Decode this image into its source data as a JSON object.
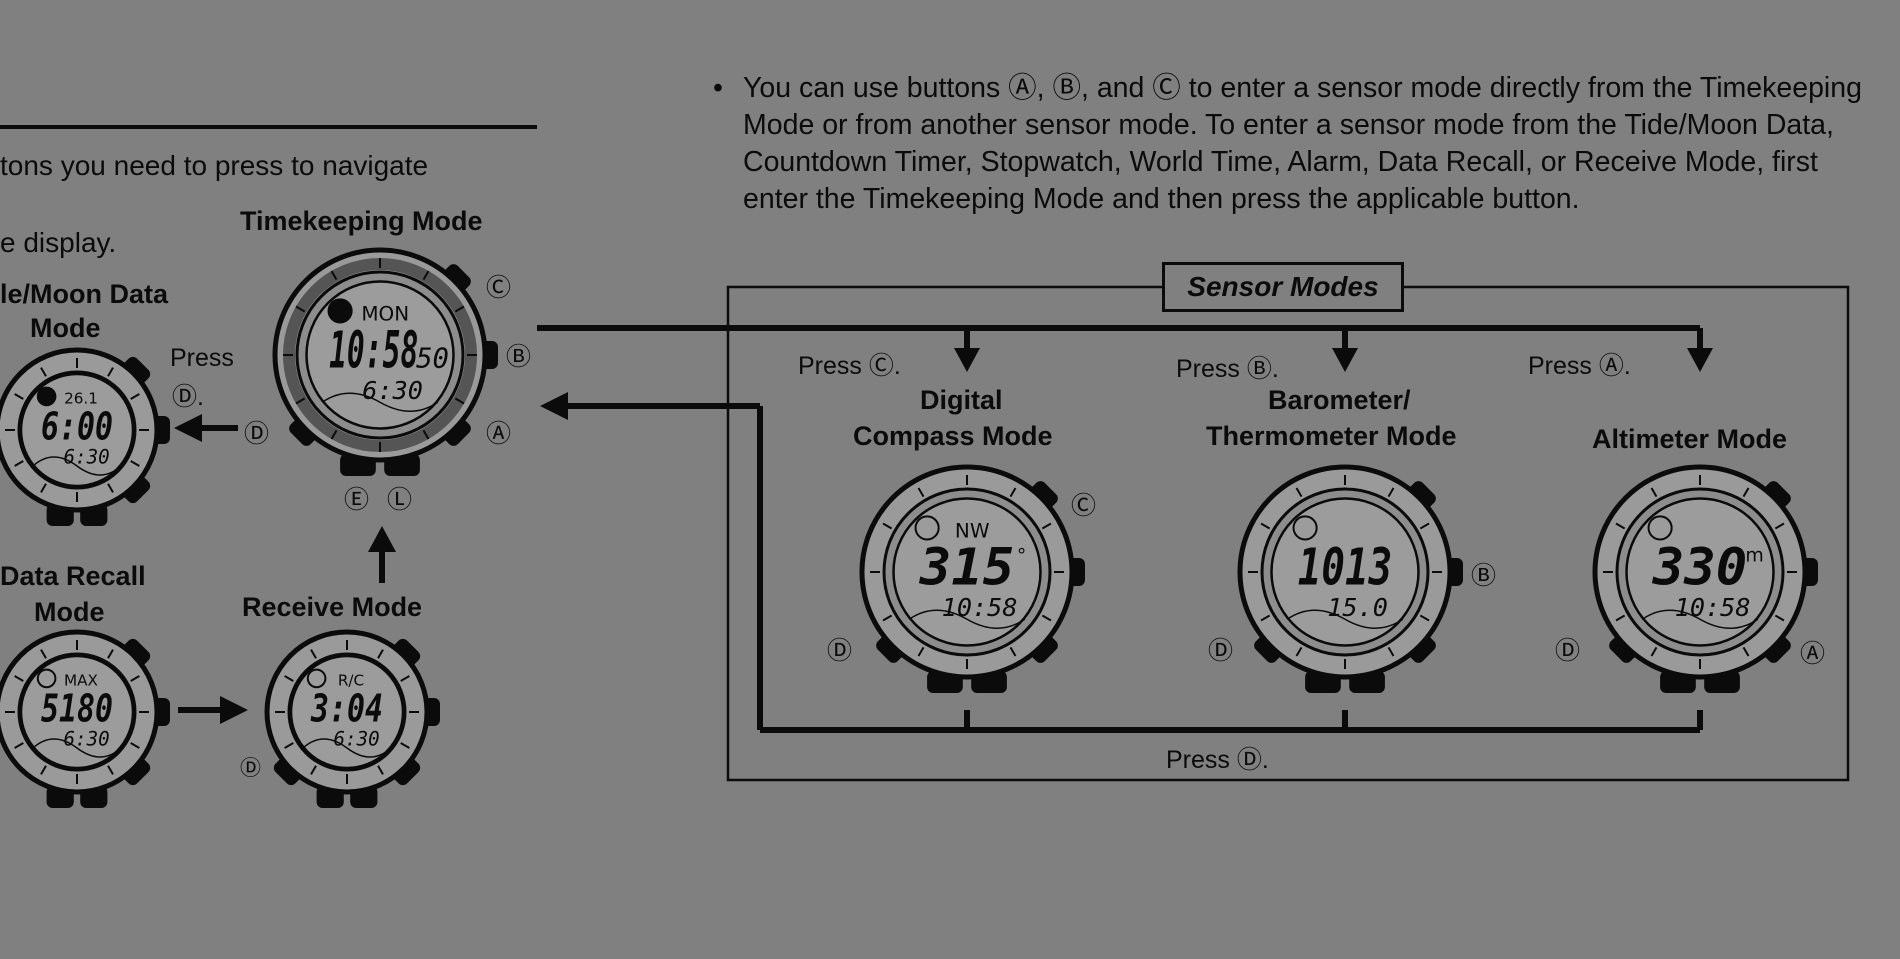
{
  "intro": {
    "line1": "tons you need to press to navigate",
    "line2": "e display."
  },
  "bullet": {
    "symbol": "•",
    "text": "You can use buttons Ⓐ, Ⓑ, and Ⓒ to enter a sensor mode directly from the Timekeeping Mode or from another sensor mode. To enter a sensor mode from the Tide/Moon Data, Countdown Timer, Stopwatch, World Time, Alarm, Data Recall, or Receive Mode, first enter the Timekeeping Mode and then press the applicable button."
  },
  "sensor_box_title": "Sensor Modes",
  "modes": {
    "timekeeping": "Timekeeping Mode",
    "tide_moon_line1": "le/Moon Data",
    "tide_moon_line2": "Mode",
    "data_recall_line1": "Data Recall",
    "data_recall_line2": "Mode",
    "receive": "Receive Mode",
    "compass_line1": "Digital",
    "compass_line2": "Compass Mode",
    "barometer_line1": "Barometer/",
    "barometer_line2": "Thermometer Mode",
    "altimeter": "Altimeter Mode"
  },
  "press_labels": {
    "tide_line1": "Press",
    "tide_line2": "Ⓓ.",
    "c": "Press Ⓒ.",
    "b": "Press Ⓑ.",
    "a": "Press Ⓐ.",
    "d": "Press Ⓓ."
  },
  "buttons": {
    "A": "Ⓐ",
    "B": "Ⓑ",
    "C": "Ⓒ",
    "D": "Ⓓ",
    "E": "Ⓔ",
    "L": "Ⓛ"
  },
  "watches": {
    "timekeeping": {
      "top": "MON",
      "main": "10:58",
      "sec": "50",
      "bottom": "6:30"
    },
    "tide": {
      "top": "26.1",
      "main": "6:00",
      "bottom": "6:30"
    },
    "recall": {
      "top": "MAX",
      "main": "5180",
      "bottom": "6:30"
    },
    "receive": {
      "top": "R/C",
      "main": "3:04",
      "bottom": "6:30"
    },
    "compass": {
      "top": "NW",
      "main": "315",
      "unit": "°",
      "bottom": "10:58"
    },
    "barometer": {
      "main": "1013",
      "bottom": "15.0"
    },
    "altimeter": {
      "main": "330",
      "unit": "m",
      "bottom": "10:58"
    }
  }
}
